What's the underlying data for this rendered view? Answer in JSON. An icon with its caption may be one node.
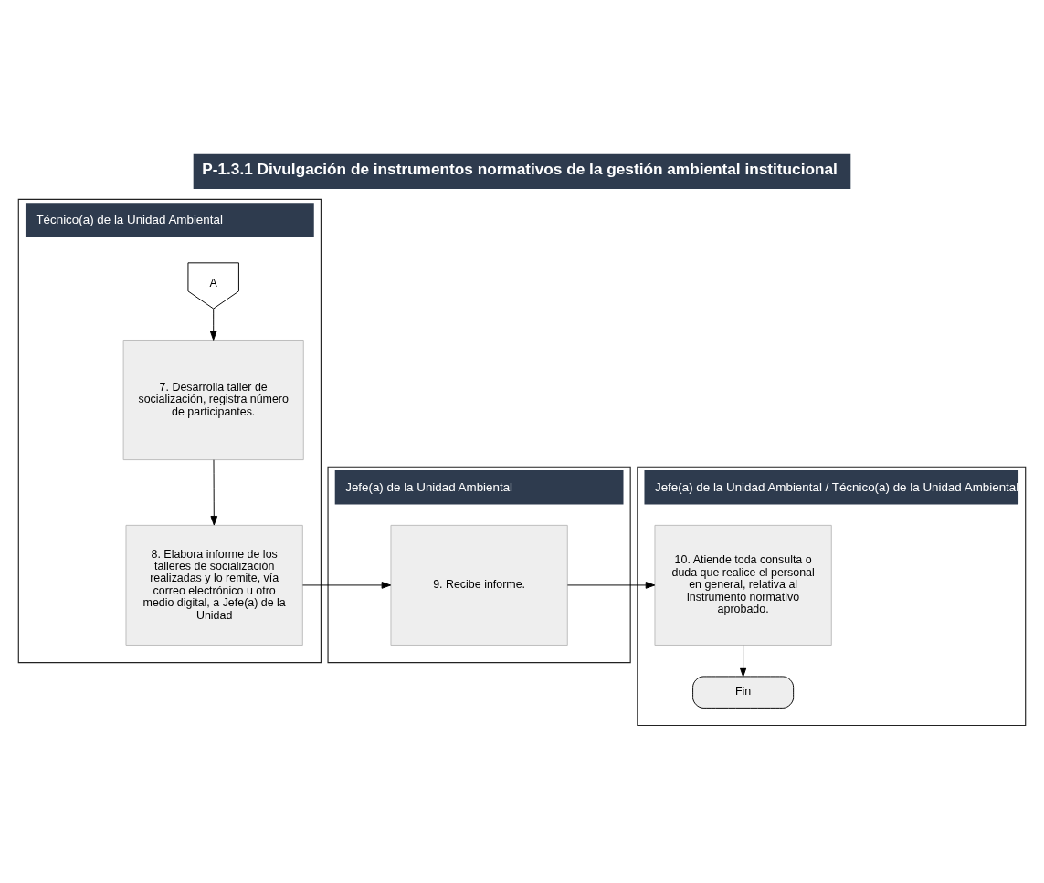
{
  "diagram": {
    "title": "P-1.3.1 Divulgación de instrumentos normativos de la gestión ambiental institucional",
    "nodes": [
      {
        "text": [
          "Técnico(a) de la Unidad Ambiental"
        ]
      },
      {
        "text": [
          "Jefe(a) de la Unidad Ambiental"
        ]
      },
      {
        "text": [
          "Jefe(a) de la Unidad Ambiental / Técnico(a) de la Unidad Ambiental"
        ]
      },
      {
        "text": [
          "A"
        ],
        "in": 0
      },
      {
        "text": [
          "7. Desarrolla taller de socialización, registra número de participantes."
        ],
        "in": 0
      },
      {
        "text": [
          "8. Elabora informe de los talleres de socialización realizadas y lo remite, vía correo electrónico u otro medio digital, a Jefe(a) de la Unidad"
        ],
        "in": 0
      },
      {
        "text": [
          "9. Recibe informe."
        ],
        "in": 1
      },
      {
        "text": [
          "10. Atiende toda consulta o duda que realice el personal en general, relativa al instrumento normativo aprobado."
        ],
        "in": 2
      },
      {
        "text": [
          "Fin"
        ],
        "in": 2
      }
    ],
    "edges": [
      {
        "from": 3,
        "to": 4,
        "arrow": "to"
      },
      {
        "from": 4,
        "to": 5,
        "arrow": "to"
      },
      {
        "from": 5,
        "to": 6,
        "arrow": "to"
      },
      {
        "from": 6,
        "to": 7,
        "arrow": "to"
      },
      {
        "from": 7,
        "to": 8,
        "arrow": "to"
      }
    ]
  }
}
